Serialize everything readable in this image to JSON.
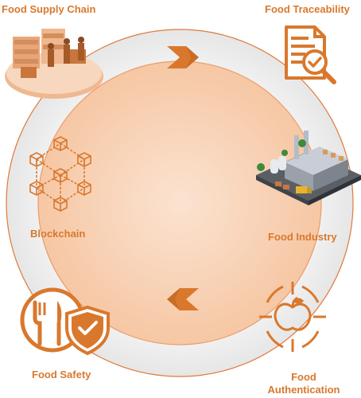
{
  "colors": {
    "accent": "#d9782d",
    "accent_dark": "#b8601f",
    "outer_ring": "#eeeeee",
    "inner_fill": "#f7cfb1",
    "inner_fill_light": "#fbe4d3",
    "inner_border": "#ec9c68",
    "outer_border": "#e07a3a"
  },
  "diagram": {
    "nodes": [
      {
        "id": "supply_chain",
        "label": "Food Supply Chain",
        "icon": "supply-chain-warehouse-icon"
      },
      {
        "id": "traceability",
        "label": "Food Traceability",
        "icon": "document-magnifier-icon"
      },
      {
        "id": "blockchain",
        "label": "Blockchain",
        "icon": "blockchain-cubes-icon"
      },
      {
        "id": "industry",
        "label": "Food Industry",
        "icon": "factory-icon"
      },
      {
        "id": "safety",
        "label": "Food Safety",
        "icon": "fork-knife-shield-icon"
      },
      {
        "id": "authentication",
        "label_line1": "Food",
        "label_line2": "Authentication",
        "icon": "apple-target-icon"
      }
    ],
    "arrows": [
      {
        "id": "top",
        "direction": "right"
      },
      {
        "id": "bottom",
        "direction": "left"
      }
    ]
  }
}
